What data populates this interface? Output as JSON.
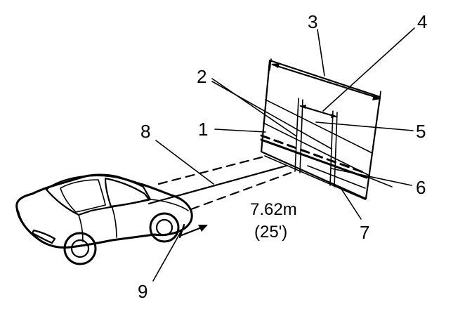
{
  "diagram": {
    "callouts": [
      {
        "id": "1",
        "label": "1"
      },
      {
        "id": "2",
        "label": "2"
      },
      {
        "id": "3",
        "label": "3"
      },
      {
        "id": "4",
        "label": "4"
      },
      {
        "id": "5",
        "label": "5"
      },
      {
        "id": "6",
        "label": "6"
      },
      {
        "id": "7",
        "label": "7"
      },
      {
        "id": "8",
        "label": "8"
      },
      {
        "id": "9",
        "label": "9"
      }
    ],
    "distance_metric": "7.62m",
    "distance_imperial": "(25')"
  }
}
